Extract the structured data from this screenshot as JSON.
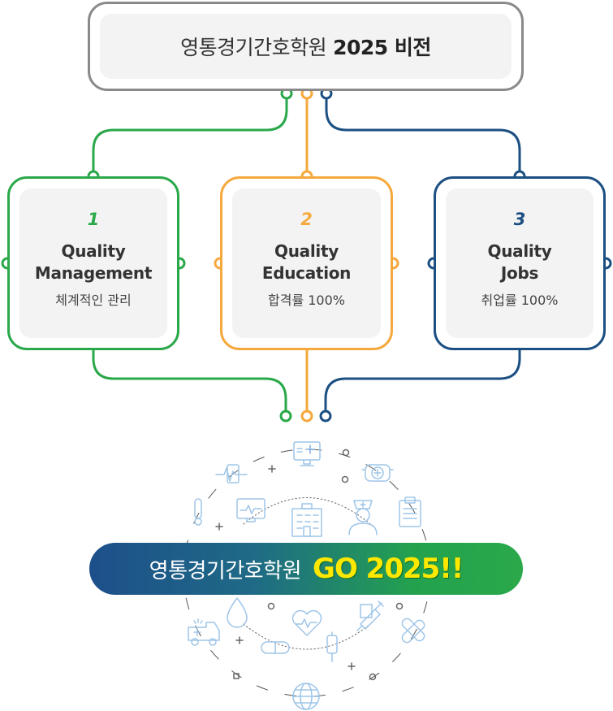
{
  "title": {
    "prefix": "영통경기간호학원",
    "bold": "2025 비전"
  },
  "cards": [
    {
      "num": "1",
      "name_line1": "Quality",
      "name_line2": "Management",
      "desc": "체계적인 관리",
      "color": "#2aa84a"
    },
    {
      "num": "2",
      "name_line1": "Quality",
      "name_line2": "Education",
      "desc": "합격률 100%",
      "color": "#f5a93d"
    },
    {
      "num": "3",
      "name_line1": "Quality",
      "name_line2": "Jobs",
      "desc": "취업률 100%",
      "color": "#1c4f82"
    }
  ],
  "banner": {
    "text": "영통경기간호학원",
    "highlight": "GO 2025!!"
  },
  "icons": [
    "monitor-plus-icon",
    "heartbeat-line-icon",
    "medicine-box-icon",
    "thermometer-icon",
    "ecg-monitor-icon",
    "hospital-building-icon",
    "nurse-icon",
    "clipboard-icon",
    "ambulance-icon",
    "water-drop-icon",
    "heart-pulse-icon",
    "syringe-icon",
    "bandage-icon",
    "pill-capsule-icon",
    "iv-bag-icon",
    "globe-icon"
  ]
}
